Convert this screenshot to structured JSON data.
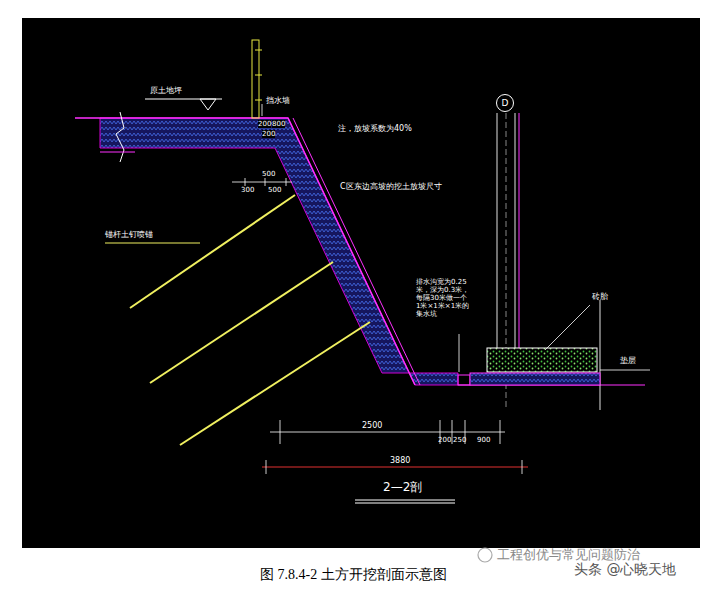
{
  "diagram": {
    "caption": "图 7.8.4-2  土方开挖剖面示意图",
    "nodes": [
      {
        "text": [
          "D"
        ]
      }
    ],
    "labels": [
      "原土地坪",
      "挡水墙",
      "200",
      "800",
      "200",
      "注，放坡系数为40%",
      "C区东边高坡的挖土放坡尺寸",
      "500",
      "300",
      "500",
      "锚杆土钉喷锚",
      "排水沟宽为0.25米，深为0.3米，每隔30米做一个1米×1米×1米的集水坑",
      "砖胎",
      "垫层",
      "2500",
      "200",
      "250",
      "900",
      "3880",
      "2—2剖",
      "工程创优与常见问题防治",
      "头条 @心晓天地"
    ]
  }
}
